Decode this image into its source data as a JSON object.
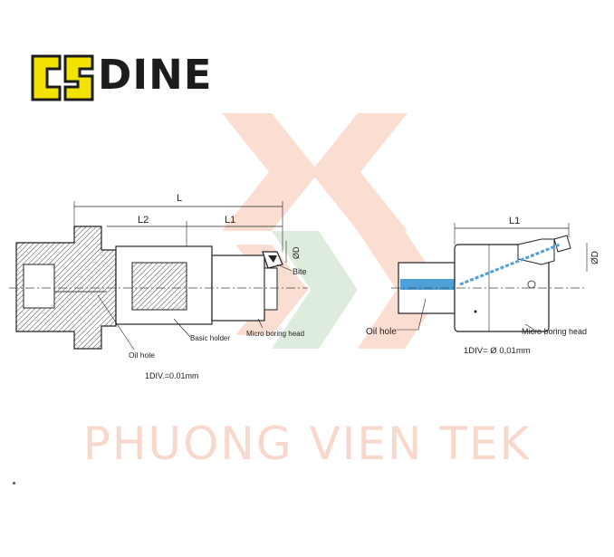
{
  "brand": {
    "name": "DINE",
    "logo_icon": "dine-logo-icon",
    "logo_color": "#f2e200"
  },
  "watermark": {
    "text": "PHUONG VIEN TEK",
    "color": "#f4b9a3"
  },
  "left_drawing": {
    "dimensions": {
      "L": "L",
      "L2": "L2",
      "L1": "L1",
      "D": "ØD"
    },
    "labels": {
      "bite": "Bite",
      "micro_boring_head": "Micro boring head",
      "basic_holder": "Basic holder",
      "oil_hole": "Oil hole",
      "division": "1DIV.=0.01mm"
    }
  },
  "right_drawing": {
    "dimensions": {
      "L1": "L1",
      "D": "ØD"
    },
    "labels": {
      "oil_hole": "Oil hole",
      "micro_boring_head": "Micro boring head",
      "division": "1DIV= Ø 0,01mm"
    },
    "oil_channel_color": "#4f9fd8"
  }
}
